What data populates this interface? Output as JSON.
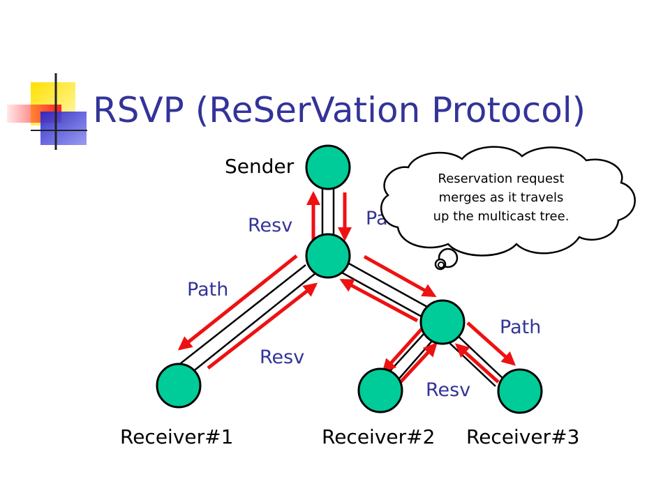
{
  "slide": {
    "title": "RSVP (ReSerVation Protocol)"
  },
  "nodes": {
    "sender_label": "Sender",
    "receiver1_label": "Receiver#1",
    "receiver2_label": "Receiver#2",
    "receiver3_label": "Receiver#3"
  },
  "labels": {
    "resv_top": "Resv",
    "path_top": "Path",
    "path_left": "Path",
    "resv_left": "Resv",
    "path_right": "Path",
    "resv_right": "Resv"
  },
  "callout": {
    "line1": "Reservation request",
    "line2": "merges as it travels",
    "line3": "up the multicast tree."
  },
  "colors": {
    "title": "#333399",
    "node_fill": "#00CC99",
    "arrow": "#EE1111",
    "label": "#333399"
  }
}
